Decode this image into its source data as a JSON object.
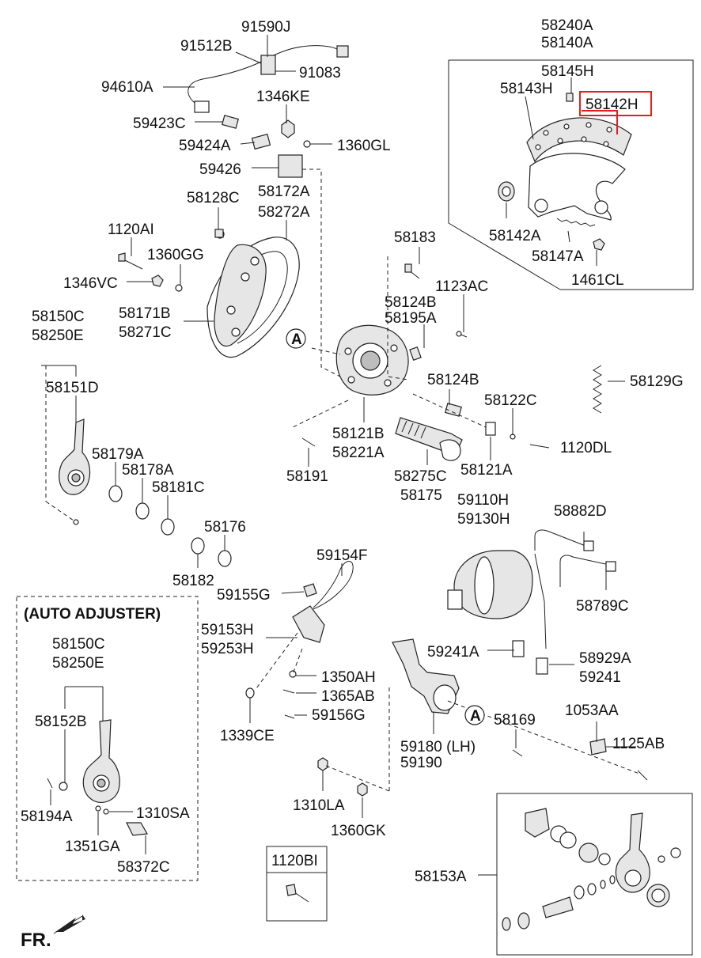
{
  "labels": {
    "p91590J": "91590J",
    "p91512B": "91512B",
    "p91083": "91083",
    "p94610A": "94610A",
    "p1346KE": "1346KE",
    "p59423C": "59423C",
    "p59424A": "59424A",
    "p1360GL": "1360GL",
    "p59426": "59426",
    "p58172A": "58172A",
    "p58272A": "58272A",
    "p58128C": "58128C",
    "p1120AI": "1120AI",
    "p1360GG": "1360GG",
    "p1346VC": "1346VC",
    "p58150C_top": "58150C",
    "p58250E_top": "58250E",
    "p58171B": "58171B",
    "p58271C": "58271C",
    "p58151D": "58151D",
    "p58183": "58183",
    "p1123AC": "1123AC",
    "p58124B_a": "58124B",
    "p58195A": "58195A",
    "p58124B_b": "58124B",
    "p58122C": "58122C",
    "p58129G": "58129G",
    "p1120DL": "1120DL",
    "p58121B": "58121B",
    "p58221A": "58221A",
    "p58121A": "58121A",
    "p58275C": "58275C",
    "p58175": "58175",
    "p58191": "58191",
    "p58179A": "58179A",
    "p58178A": "58178A",
    "p58181C": "58181C",
    "p58176": "58176",
    "p58182": "58182",
    "p58240A": "58240A",
    "p58140A": "58140A",
    "p58145H": "58145H",
    "p58143H": "58143H",
    "p58142H": "58142H",
    "p58142A": "58142A",
    "p58147A": "58147A",
    "p1461CL": "1461CL",
    "p59110H": "59110H",
    "p59130H": "59130H",
    "p58882D": "58882D",
    "p58789C": "58789C",
    "p59154F": "59154F",
    "p59155G": "59155G",
    "p59153H": "59153H",
    "p59253H": "59253H",
    "p59241A": "59241A",
    "p58929A": "58929A",
    "p59241": "59241",
    "p1350AH": "1350AH",
    "p1365AB": "1365AB",
    "p59156G": "59156G",
    "p1339CE": "1339CE",
    "p59180": "59180 (LH)",
    "p59190": "59190",
    "p58169": "58169",
    "p1053AA": "1053AA",
    "p1125AB": "1125AB",
    "p1310LA": "1310LA",
    "p1360GK": "1360GK",
    "p58153A": "58153A",
    "p1120BI": "1120BI",
    "auto_title": "(AUTO ADJUSTER)",
    "p58150C_auto": "58150C",
    "p58250E_auto": "58250E",
    "p58152B": "58152B",
    "p58194A": "58194A",
    "p1310SA": "1310SA",
    "p1351GA": "1351GA",
    "p58372C": "58372C",
    "ref_a1": "A",
    "ref_a2": "A",
    "fr": "FR."
  },
  "highlight_color": "#e02020"
}
